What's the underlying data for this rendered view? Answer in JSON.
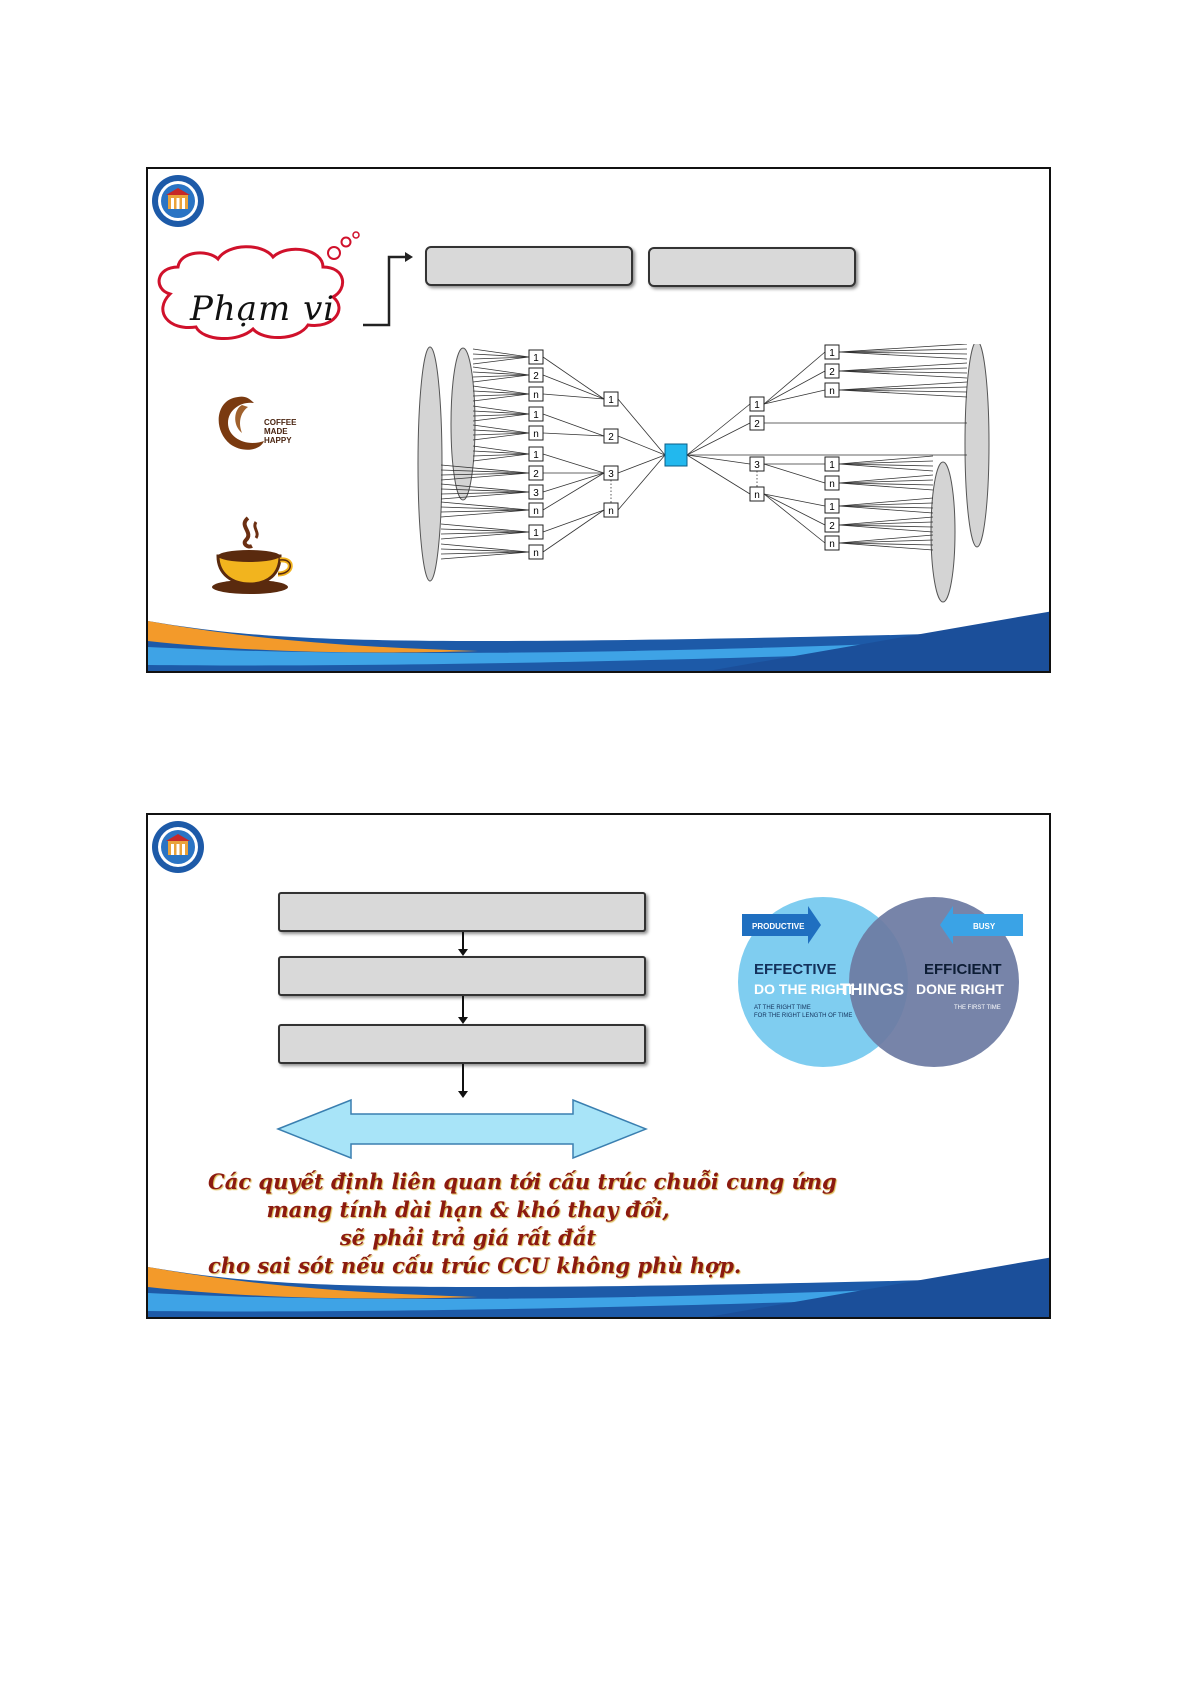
{
  "slide1": {
    "cloud_label": "Phạm vi",
    "coffee_logo": {
      "line1": "COFFEE",
      "line2": "MADE",
      "line3": "HAPPY"
    },
    "network": {
      "left_col2": [
        "1",
        "2",
        "n",
        "1",
        "n",
        "1",
        "2",
        "3",
        "n",
        "1",
        "n"
      ],
      "left_col3": [
        "1",
        "2",
        "3",
        "n"
      ],
      "right_col1": [
        "1",
        "2",
        "3",
        "n"
      ],
      "right_col2": [
        "1",
        "2",
        "n",
        "1",
        "n",
        "1",
        "2",
        "n"
      ]
    }
  },
  "slide2": {
    "quote": [
      "Các quyết định liên quan tới cấu trúc chuỗi cung ứng",
      "mang tính dài hạn & khó thay đổi,",
      "sẽ phải trả giá rất đắt",
      "cho sai sót nếu cấu trúc CCU không phù hợp."
    ],
    "venn": {
      "productive": "PRODUCTIVE",
      "busy": "BUSY",
      "effective": "EFFECTIVE",
      "do_the_right": "DO THE RIGHT",
      "things": "THINGS",
      "efficient": "EFFICIENT",
      "done_right": "DONE RIGHT",
      "at_right_time": "AT THE RIGHT TIME",
      "right_length": "FOR THE RIGHT LENGTH OF TIME",
      "first_time": "THE FIRST TIME"
    },
    "colors": {
      "left_circle": "#7fcdf0",
      "right_circle": "#6d7ba3",
      "arrow_fill": "#a8e4f8"
    }
  }
}
